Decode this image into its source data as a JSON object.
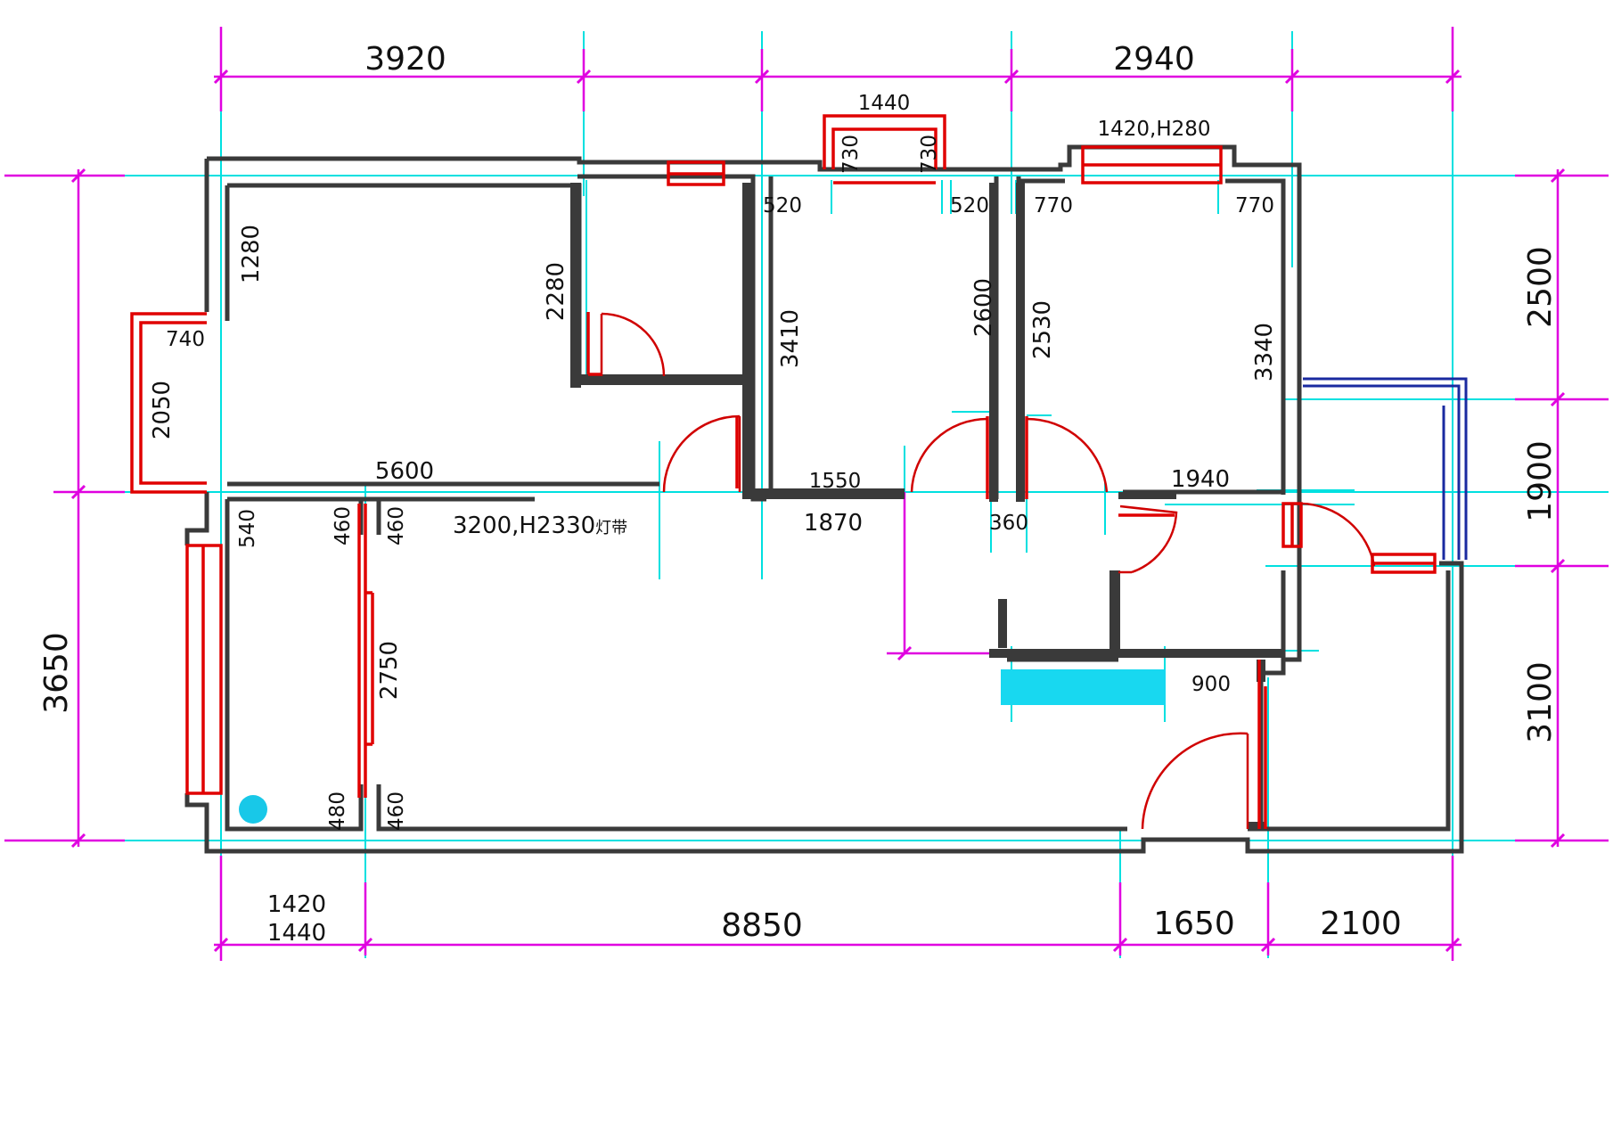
{
  "colors": {
    "wall": "#3a3a3a",
    "wall_fill": "#ffffff",
    "dimension_line": "#e000e0",
    "axis_line": "#00e0e0",
    "window_opening": "#e00000",
    "door_swing": "#d00000",
    "balcony_rail": "#1a2aa0",
    "marker": "#18c8e8"
  },
  "top_dimensions": {
    "d3920": "3920",
    "d2940": "2940",
    "d1440": "1440",
    "d1420h280": "1420,H280"
  },
  "bottom_dimensions": {
    "d1420": "1420",
    "d1440": "1440",
    "d8850": "8850",
    "d1650": "1650",
    "d2100": "2100"
  },
  "left_dimensions": {
    "d3650": "3650"
  },
  "right_dimensions": {
    "d2500": "2500",
    "d1900": "1900",
    "d3100": "3100"
  },
  "room_dimensions": {
    "d730a": "730",
    "d730b": "730",
    "d520a": "520",
    "d520b": "520",
    "d770a": "770",
    "d770b": "770",
    "d1280": "1280",
    "d740": "740",
    "d2050": "2050",
    "d2280": "2280",
    "d3410": "3410",
    "d2600": "2600",
    "d2530": "2530",
    "d3340": "3340",
    "d5600": "5600",
    "d1550": "1550",
    "d1870": "1870",
    "d360": "360",
    "d1940": "1940",
    "d540": "540",
    "d460a": "460",
    "d460b": "460",
    "d3200": "3200,H2330",
    "d3200_suffix": "灯带",
    "d2750": "2750",
    "d480": "480",
    "d460c": "460",
    "d900": "900"
  }
}
